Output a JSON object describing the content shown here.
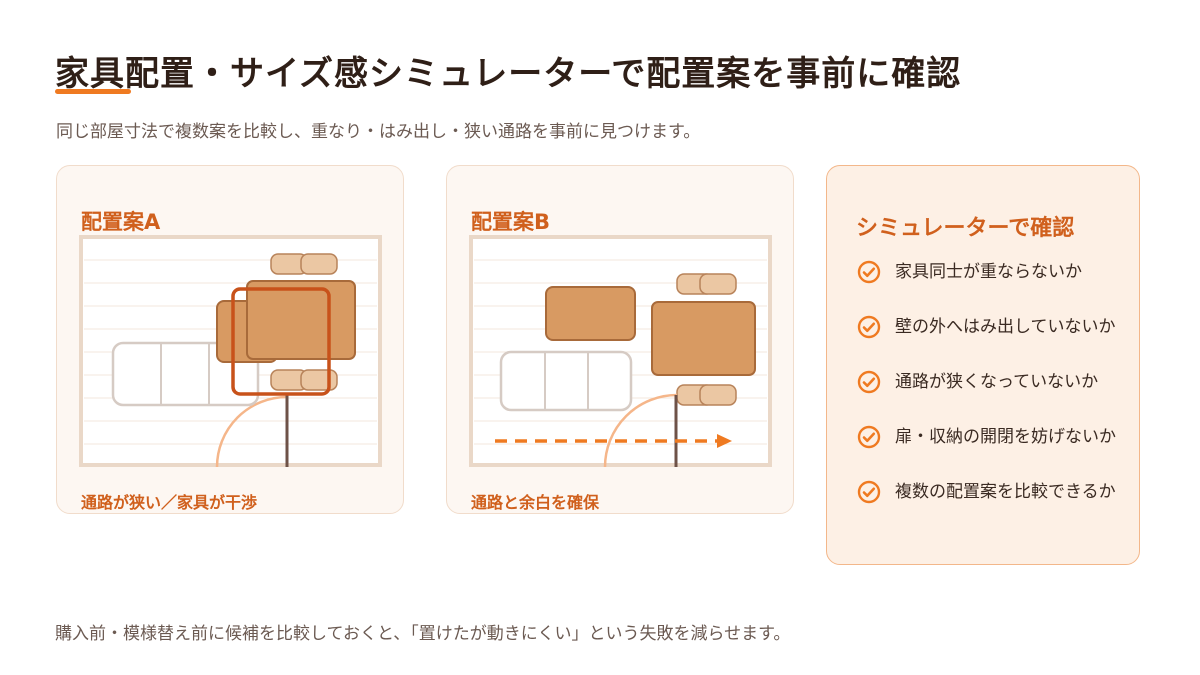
{
  "header": {
    "title": "家具配置・サイズ感シミュレーターで配置案を事前に確認",
    "subtitle": "同じ部屋寸法で複数案を比較し、重なり・はみ出し・狭い通路を事前に見つけます。"
  },
  "plans": [
    {
      "label": "配置案A",
      "caption": "通路が狭い／家具が干渉"
    },
    {
      "label": "配置案B",
      "caption": "通路と余白を確保"
    }
  ],
  "checklist": {
    "title": "シミュレーターで確認",
    "items": [
      "家具同士が重ならないか",
      "壁の外へはみ出していないか",
      "通路が狭くなっていないか",
      "扉・収納の開閉を妨げないか",
      "複数の配置案を比較できるか"
    ]
  },
  "footer": {
    "note": "購入前・模様替え前に候補を比較しておくと、「置けたが動きにくい」という失敗を減らせます。"
  },
  "colors": {
    "accent": "#ef7a21",
    "accent_dark": "#d0601d",
    "furniture": "#d89a62",
    "furniture_border": "#a86a3a",
    "chair": "#ebc7a3",
    "interference": "#c8521a"
  }
}
